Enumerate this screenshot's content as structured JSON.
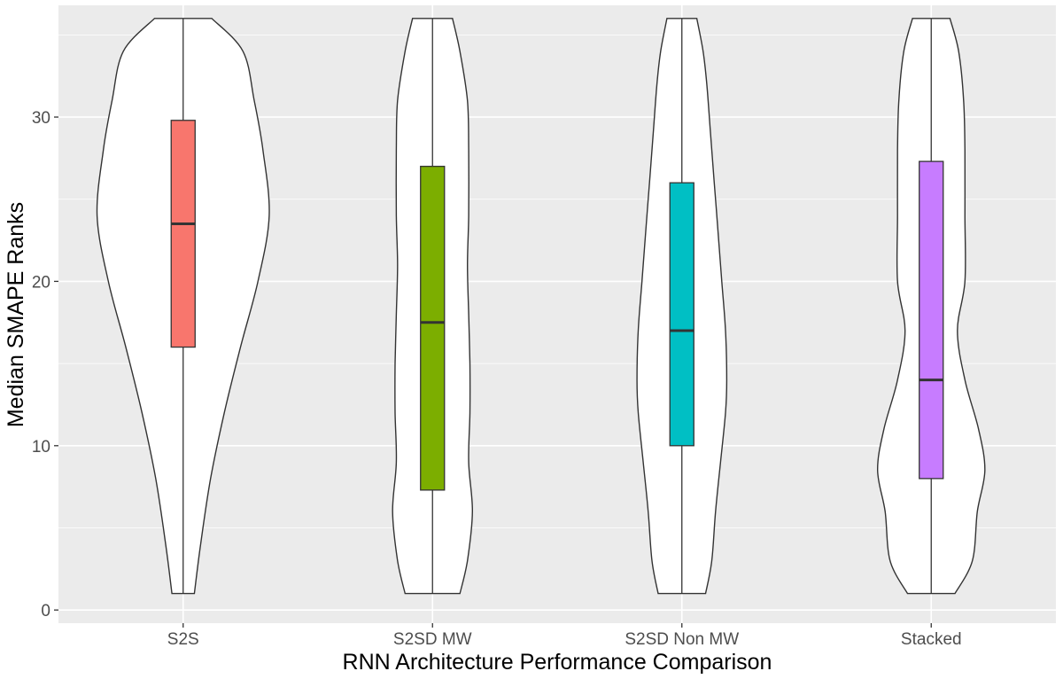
{
  "chart_data": {
    "type": "violin",
    "title": "",
    "xlabel": "RNN Architecture Performance Comparison",
    "ylabel": "Median SMAPE Ranks",
    "ylim": [
      -0.8,
      36.8
    ],
    "yticks": [
      0,
      10,
      20,
      30
    ],
    "grid": true,
    "legend": "none",
    "colors": {
      "panel_background": "#EBEBEB",
      "grid": "#FFFFFF",
      "violin_fill": "#FFFFFF",
      "outline": "#333333",
      "tick_label": "#4D4D4D"
    },
    "categories": [
      "S2S",
      "S2SD MW",
      "S2SD Non MW",
      "Stacked"
    ],
    "series": [
      {
        "name": "S2S",
        "color": "#F8766D",
        "box": {
          "min": 1,
          "q1": 16,
          "median": 23.5,
          "q3": 29.8,
          "max": 36
        },
        "violin_profile": {
          "y": [
            1,
            4,
            8,
            12,
            16,
            20,
            24,
            28,
            31,
            34,
            36
          ],
          "half_width": [
            0.09,
            0.14,
            0.22,
            0.33,
            0.46,
            0.6,
            0.69,
            0.64,
            0.57,
            0.48,
            0.23
          ]
        }
      },
      {
        "name": "S2SD MW",
        "color": "#7CAE00",
        "box": {
          "min": 1,
          "q1": 7.3,
          "median": 17.5,
          "q3": 27,
          "max": 36
        },
        "violin_profile": {
          "y": [
            1,
            3,
            6,
            9,
            12,
            15,
            18,
            21,
            24,
            28,
            31,
            34,
            36
          ],
          "half_width": [
            0.22,
            0.28,
            0.32,
            0.29,
            0.3,
            0.3,
            0.29,
            0.28,
            0.29,
            0.29,
            0.28,
            0.22,
            0.16
          ]
        }
      },
      {
        "name": "S2SD Non MW",
        "color": "#00BFC4",
        "box": {
          "min": 1,
          "q1": 10,
          "median": 17,
          "q3": 26,
          "max": 36
        },
        "violin_profile": {
          "y": [
            1,
            3,
            6,
            9,
            12,
            14,
            17,
            20,
            23,
            26,
            29,
            32,
            34,
            36
          ],
          "half_width": [
            0.19,
            0.24,
            0.27,
            0.31,
            0.35,
            0.36,
            0.35,
            0.32,
            0.29,
            0.26,
            0.23,
            0.2,
            0.17,
            0.12
          ]
        }
      },
      {
        "name": "Stacked",
        "color": "#C77CFF",
        "box": {
          "min": 1,
          "q1": 8,
          "median": 14,
          "q3": 27.3,
          "max": 36
        },
        "violin_profile": {
          "y": [
            1,
            3,
            6,
            8.5,
            11,
            14,
            17,
            20,
            24,
            28,
            31,
            34,
            36
          ],
          "half_width": [
            0.19,
            0.33,
            0.37,
            0.43,
            0.38,
            0.27,
            0.21,
            0.27,
            0.27,
            0.27,
            0.26,
            0.22,
            0.15
          ]
        }
      }
    ]
  }
}
